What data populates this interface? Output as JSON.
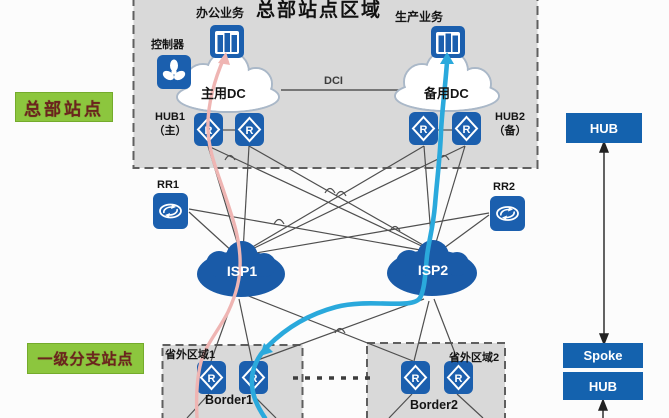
{
  "title": "总部站点区域",
  "badges": {
    "hq": "总部站点",
    "branch": "一级分支站点"
  },
  "hq_area": {
    "office_service": "办公业务",
    "production_service": "生产业务",
    "controller": "控制器",
    "primary_dc": "主用DC",
    "backup_dc": "备用DC",
    "dci_link": "DCI",
    "hub1_name": "HUB1",
    "hub1_role": "（主）",
    "hub2_name": "HUB2",
    "hub2_role": "（备）"
  },
  "core_network": {
    "rr1": "RR1",
    "rr2": "RR2",
    "isp1": "ISP1",
    "isp2": "ISP2"
  },
  "branch_area": {
    "region1": "省外区域1",
    "region2": "省外区域2",
    "border1": "Border1",
    "border2": "Border2"
  },
  "side_legend": {
    "hub_top": "HUB",
    "spoke": "Spoke",
    "hub_bottom": "HUB"
  },
  "icons": {
    "router_glyph": "R"
  },
  "colors": {
    "icon_blue": "#1b5fae",
    "legend_box_blue": "#1462ae",
    "isp_cloud_blue": "#1a5ba8",
    "dc_cloud_outline": "#aab8c8",
    "region_fill": "#d9d9d9",
    "dashed_border": "#5f5f5f",
    "mesh_line": "#4f4f4f",
    "office_path_pink": "#efb5b3",
    "production_path_cyan": "#2aa9dc",
    "badge_green": "#8cc63e",
    "badge_text": "#6b241e"
  }
}
